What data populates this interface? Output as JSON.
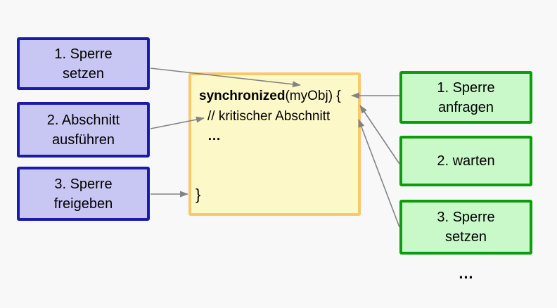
{
  "colors": {
    "bg": "#f8f8f8",
    "text": "#000000",
    "blue-border": "#1b1aad",
    "blue-fill": "#c8c7f4",
    "green-border": "#0f9b0f",
    "green-fill": "#c9f9c9",
    "yellow-border": "#f9c869",
    "yellow-fill": "#fdf8c8",
    "arrow": "#838383"
  },
  "lock_user_steps": [
    {
      "line1": "1. Sperre",
      "line2": "setzen"
    },
    {
      "line1": "2. Abschnitt",
      "line2": "ausführen"
    },
    {
      "line1": "3. Sperre",
      "line2": "freigeben"
    }
  ],
  "lock_waiter_steps": [
    {
      "line1": "1. Sperre",
      "line2": "anfragen"
    },
    {
      "line1": "2. warten",
      "line2": ""
    },
    {
      "line1": "3. Sperre",
      "line2": "setzen"
    }
  ],
  "code": {
    "keyword": "synchronized",
    "line1_rest": "(myObj) {",
    "comment": "// kritischer Abschnitt",
    "ellipsis": "…",
    "closing_brace": "}"
  },
  "more_indicator": "…"
}
